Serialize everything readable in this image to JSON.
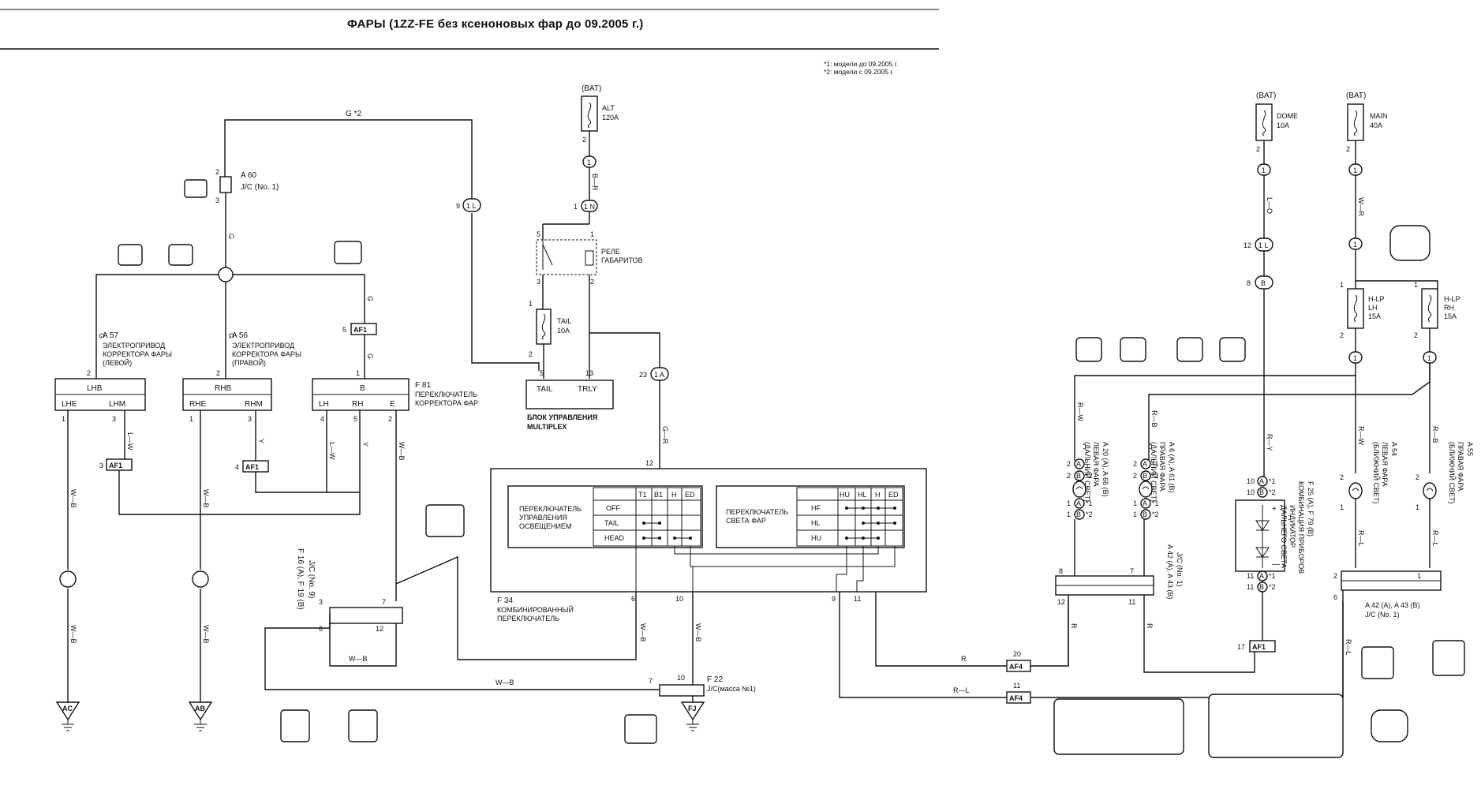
{
  "title": "ФАРЫ (1ZZ-FE без ксеноновых фар до 09.2005 г.)",
  "notes": [
    "*1: модели до 09.2005 г.",
    "*2: модели с 09.2005 г."
  ],
  "bat": "(BAT)",
  "fuses": {
    "alt": [
      "ALT",
      "120A"
    ],
    "dome": [
      "DOME",
      "10A"
    ],
    "main": [
      "MAIN",
      "40A"
    ],
    "tail": [
      "TAIL",
      "10A"
    ],
    "hlp_lh": [
      "H-LP",
      "LH",
      "15A"
    ],
    "hlp_rh": [
      "H-LP",
      "RH",
      "15A"
    ]
  },
  "components": {
    "a60": [
      "A 60",
      "J/C (No. 1)"
    ],
    "a57": [
      "A 57",
      "ЭЛЕКТРОПРИВОД",
      "КОРРЕКТОРА ФАРЫ",
      "(ЛЕВОЙ)"
    ],
    "a56": [
      "A 56",
      "ЭЛЕКТРОПРИВОД",
      "КОРРЕКТОРА ФАРЫ",
      "(ПРАВОЙ)"
    ],
    "f81": [
      "F 81",
      "ПЕРЕКЛЮЧАТЕЛЬ",
      "КОРРЕКТОРА ФАР"
    ],
    "relay": [
      "РЕЛЕ",
      "ГАБАРИТОВ"
    ],
    "multiplex": [
      "БЛОК УПРАВЛЕНИЯ",
      "MULTIPLEX"
    ],
    "f34": [
      "F 34",
      "КОМБИНИРОВАННЫЙ",
      "ПЕРЕКЛЮЧАТЕЛЬ"
    ],
    "light_switch": [
      "ПЕРЕКЛЮЧАТЕЛЬ",
      "УПРАВЛЕНИЯ",
      "ОСВЕЩЕНИЕМ"
    ],
    "beam_switch": [
      "ПЕРЕКЛЮЧАТЕЛЬ",
      "СВЕТА ФАР"
    ],
    "f16": [
      "F 16 (A), F 19 (B)",
      "J/C (No. 9)"
    ],
    "f22": [
      "F 22",
      "J/C(масса №1)"
    ],
    "a20": [
      "A 20 (A), A 66 (B)",
      "ЛЕВАЯ ФАРА",
      "(ДАЛЬНИЙ СВЕТ)"
    ],
    "a6": [
      "A 6 (A), A 61 (B)",
      "ПРАВАЯ ФАРА",
      "(ДАЛЬНИЙ СВЕТ)"
    ],
    "a42_left": [
      "A 42 (A), A 43 (B)",
      "J/C (No. 1)"
    ],
    "f25": [
      "F 25 (A), F 79 (B)",
      "КОМБИНАЦИЯ ПРИБОРОВ",
      "ИНДИКАТОР",
      "ДАЛЬНЕГО СВЕТА"
    ],
    "a54": [
      "A 54",
      "ЛЕВАЯ ФАРА",
      "(БЛИЖНИЙ СВЕТ)"
    ],
    "a55": [
      "A 55",
      "ПРАВАЯ ФАРА",
      "(БЛИЖНИЙ СВЕТ)"
    ],
    "a42_right": [
      "A 42 (A), A 43 (B)",
      "J/C (No. 1)"
    ]
  },
  "switch_table": {
    "light": {
      "headers": [
        "T1",
        "B1",
        "H",
        "ED"
      ],
      "rows": [
        "OFF",
        "TAIL",
        "HEAD"
      ]
    },
    "beam": {
      "headers": [
        "HU",
        "HL",
        "H",
        "ED"
      ],
      "rows": [
        "HF",
        "HL",
        "HU"
      ]
    }
  },
  "terminals": {
    "lhb": "LHB",
    "rhb": "RHB",
    "lhe": "LHE",
    "lhm": "LHM",
    "rhe": "RHE",
    "rhm": "RHM",
    "b": "B",
    "lh": "LH",
    "rh": "RH",
    "e": "E",
    "tail": "TAIL",
    "trly": "TRLY"
  },
  "connectors": {
    "one": "1",
    "one_l": "1 L",
    "one_n": "1 N",
    "one_a": "1 A",
    "af1": "AF1",
    "af4": "AF4"
  },
  "wire_colors": {
    "g2": "G *2",
    "g": "G",
    "br": "B—R",
    "lw": "L—W",
    "y": "Y",
    "wb": "W—B",
    "gr": "G—R",
    "lo": "L—O",
    "wr": "W—R",
    "rw": "R—W",
    "rb": "R—B",
    "ry": "R—Y",
    "r": "R",
    "rl": "R—L"
  },
  "grounds": [
    "AC",
    "AB",
    "FJ"
  ],
  "pins": [
    "1",
    "2",
    "3",
    "4",
    "5",
    "6",
    "7",
    "8",
    "9",
    "10",
    "11",
    "12",
    "13",
    "17",
    "20",
    "23"
  ],
  "pin_marks": {
    "a": "A",
    "b": "B",
    "s1": "*1",
    "s2": "*2",
    "plus": "+",
    "minus": "—"
  }
}
